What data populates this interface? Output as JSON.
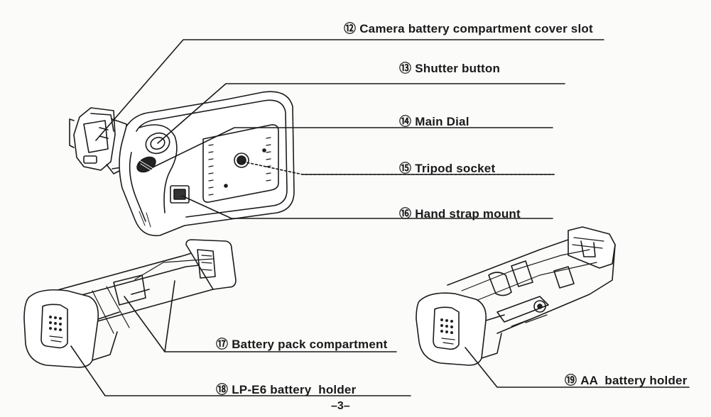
{
  "callouts": {
    "c12": {
      "number": "⑫",
      "label": "Camera battery compartment cover slot"
    },
    "c13": {
      "number": "⑬",
      "label": "Shutter button"
    },
    "c14": {
      "number": "⑭",
      "label": "Main Dial"
    },
    "c15": {
      "number": "⑮",
      "label": "Tripod socket"
    },
    "c16": {
      "number": "⑯",
      "label": "Hand strap mount"
    },
    "c17": {
      "number": "⑰",
      "label": "Battery pack compartment"
    },
    "c18": {
      "number": "⑱",
      "label": "LP-E6 battery  holder"
    },
    "c19": {
      "number": "⑲",
      "label": "AA  battery holder"
    }
  },
  "page_number": "–3–",
  "illustrations": {
    "grip": "battery-grip",
    "lpe6": "lp-e6-battery-holder",
    "aa": "aa-battery-holder"
  },
  "colors": {
    "line": "#1a1a1a",
    "paper": "#fbfbfa"
  }
}
